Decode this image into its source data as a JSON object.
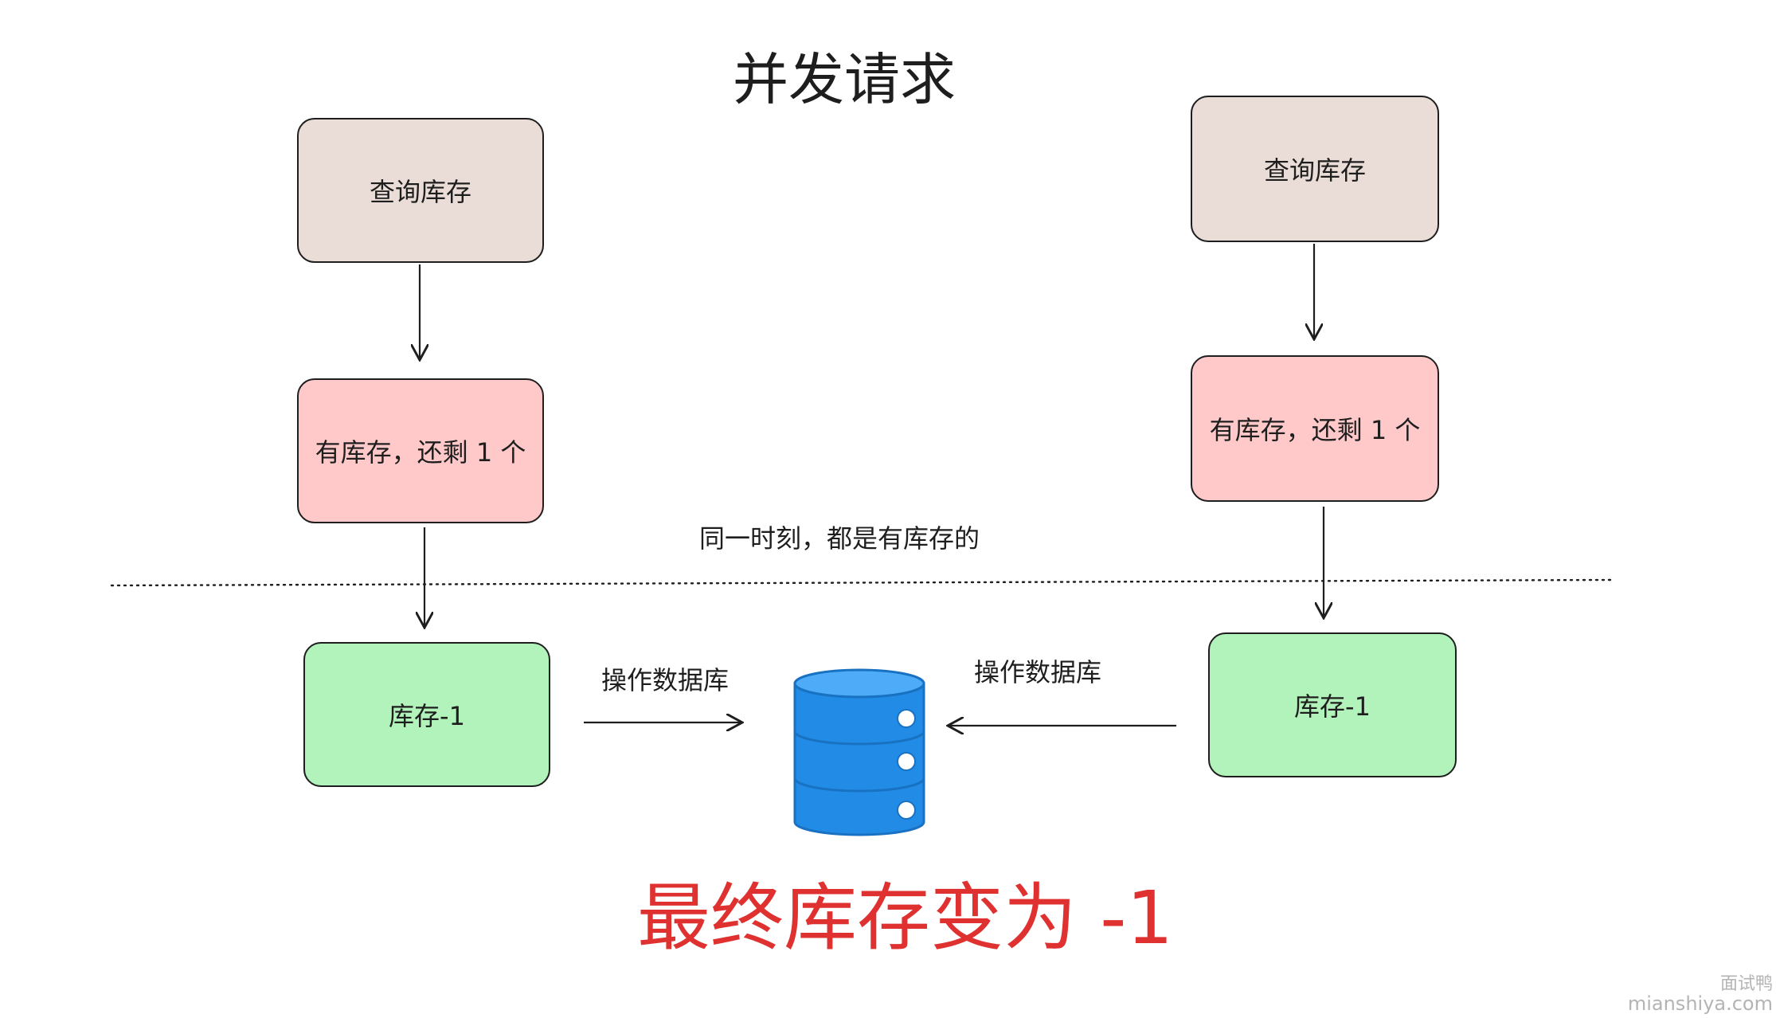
{
  "title": "并发请求",
  "left_flow": {
    "query_label": "查询库存",
    "stock_label": "有库存，还剩 1 个",
    "decrement_label": "库存-1",
    "db_op_label": "操作数据库"
  },
  "right_flow": {
    "query_label": "查询库存",
    "stock_label": "有库存，还剩 1 个",
    "decrement_label": "库存-1",
    "db_op_label": "操作数据库"
  },
  "divider_note": "同一时刻，都是有库存的",
  "result_text": "最终库存变为 -1",
  "watermark": {
    "line1": "面试鸭",
    "line2": "mianshiya.com"
  },
  "colors": {
    "query_fill": "#eaddd7",
    "stock_fill": "#ffc9c9",
    "decrement_fill": "#b2f2bb",
    "database_fill": "#228be6",
    "result_text": "#e03131"
  },
  "icons": {
    "database": "database-icon"
  }
}
